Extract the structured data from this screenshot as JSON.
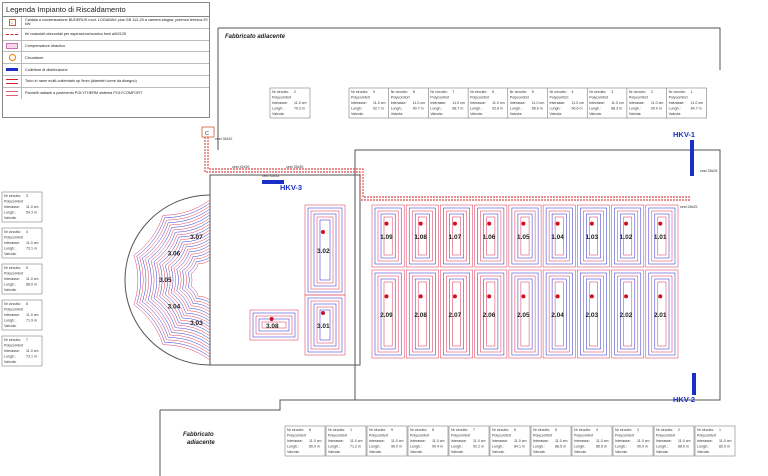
{
  "legend": {
    "title": "Legenda Impianto di Riscaldamento",
    "items": [
      {
        "text": "Caldaia a condensazione BUDERUS mod. LOGAMAX plus GB 112-29 a camera stagna, potenza termica 29 kW",
        "icon": "boiler-icon",
        "mark": "C"
      },
      {
        "text": "tiri coassiali orizzontali per aspirazione/scarico fumi ø60/125",
        "icon": "flue-pipe-icon"
      },
      {
        "text": "Compensatore idraulico",
        "icon": "hydraulic-compensator-icon"
      },
      {
        "text": "Circolatore",
        "icon": "circulator-icon"
      },
      {
        "text": "Collettore di distribuzione",
        "icon": "distribution-manifold-icon"
      },
      {
        "text": "Tubo in rame multi-coibentato sp 9mm (diametri come da disegno)",
        "icon": "copper-tube-icon"
      },
      {
        "text": "Pannelli radianti a pavimento POLYTHERM sistema POLYCOMFORT",
        "icon": "radiant-panel-icon"
      }
    ]
  },
  "rooms": {
    "top": "Fabbricato adiacente",
    "bottom_line1": "Fabbricato",
    "bottom_line2": "adiacente"
  },
  "boiler_mark": "C",
  "manifolds": {
    "hkv1": "HKV-1",
    "hkv2": "HKV-2",
    "hkv3": "HKV-3"
  },
  "pipe_labels": {
    "p1": "cest 35x32",
    "p2": "cest 42x39",
    "p3": "cest 35x30",
    "p4": "cest 28x25",
    "p5": "cest 28x25",
    "p6": "cest 35x32"
  },
  "zones": {
    "nave_top": [
      "1.09",
      "1.08",
      "1.07",
      "1.06",
      "1.05",
      "1.04",
      "1.03",
      "1.02",
      "1.01"
    ],
    "nave_bottom": [
      "2.09",
      "2.08",
      "2.07",
      "2.06",
      "2.05",
      "2.04",
      "2.03",
      "2.02",
      "2.01"
    ],
    "apse": [
      "3.03",
      "3.04",
      "3.05",
      "3.06",
      "3.07"
    ],
    "side": [
      "3.02",
      "3.01",
      "3.08"
    ]
  },
  "circuit_labels": {
    "header": "Nr circuito:",
    "type_label": "Polycomfort",
    "spacing_label": "Interasse:",
    "length_label": "Lungh.:",
    "valve_label": "Valvola:",
    "spacing_value": "11.0 cm"
  },
  "circuits_top": [
    {
      "n": "9",
      "len": "92.7 m"
    },
    {
      "n": "8",
      "len": "90.7 m"
    },
    {
      "n": "7",
      "len": "88.7 m"
    },
    {
      "n": "6",
      "len": "92.6 m"
    },
    {
      "n": "5",
      "len": "86.6 m"
    },
    {
      "n": "4",
      "len": "90.6 m"
    },
    {
      "n": "3",
      "len": "88.3 m"
    },
    {
      "n": "2",
      "len": "90.0 m"
    },
    {
      "n": "1",
      "len": "84.7 m"
    }
  ],
  "circuit_first_top": {
    "n": "2",
    "len": "70.3 m"
  },
  "circuits_left": [
    {
      "n": "3",
      "len": "54.3 m"
    },
    {
      "n": "4",
      "len": "73.1 m"
    },
    {
      "n": "5",
      "len": "68.0 m"
    },
    {
      "n": "6",
      "len": "71.9 m"
    },
    {
      "n": "7",
      "len": "73.1 m"
    }
  ],
  "circuits_bottom": [
    {
      "n": "8",
      "len": "80.0 m"
    },
    {
      "n": "1",
      "len": "71.2 m"
    },
    {
      "n": "9",
      "len": "96.0 m"
    },
    {
      "n": "8",
      "len": "90.4 m"
    },
    {
      "n": "7",
      "len": "92.2 m"
    },
    {
      "n": "6",
      "len": "84.1 m"
    },
    {
      "n": "5",
      "len": "88.5 m"
    },
    {
      "n": "4",
      "len": "86.5 m"
    },
    {
      "n": "3",
      "len": "90.0 m"
    },
    {
      "n": "2",
      "len": "88.0 m"
    },
    {
      "n": "1",
      "len": "82.0 m"
    }
  ]
}
